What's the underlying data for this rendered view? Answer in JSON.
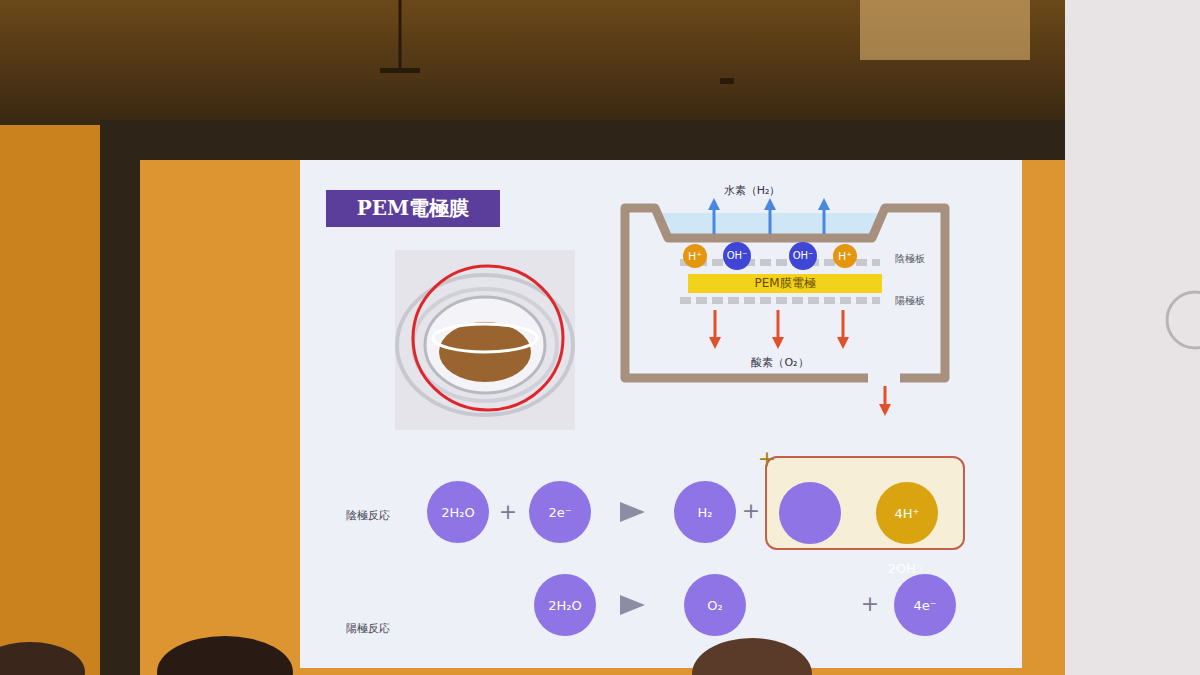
{
  "diagram": {
    "title": "PEM電極膜",
    "nodes": [
      {
        "text": [
          "H⁺"
        ]
      },
      {
        "text": [
          "OH⁻"
        ]
      },
      {
        "text": [
          "OH⁻"
        ]
      },
      {
        "text": [
          "H⁺"
        ]
      },
      {
        "text": [
          "PEM膜電極"
        ]
      },
      {
        "text": [
          "2H₂O"
        ]
      },
      {
        "text": [
          "2e⁻"
        ]
      },
      {
        "text": [
          "H₂"
        ]
      },
      {
        "text": [
          "+"
        ]
      },
      {
        "text": [
          "2OH⁻"
        ],
        "in": 8
      },
      {
        "text": [
          "4H⁺"
        ],
        "in": 8
      },
      {
        "text": [
          "2H₂O"
        ]
      },
      {
        "text": [
          "O₂"
        ]
      },
      {
        "text": [
          "4e⁻"
        ]
      }
    ],
    "labels": [
      "水素（H₂）",
      "陰極板",
      "陽極板",
      "酸素（O₂）",
      "陰極反応",
      "+",
      "+",
      "陽極反応",
      "+"
    ]
  }
}
